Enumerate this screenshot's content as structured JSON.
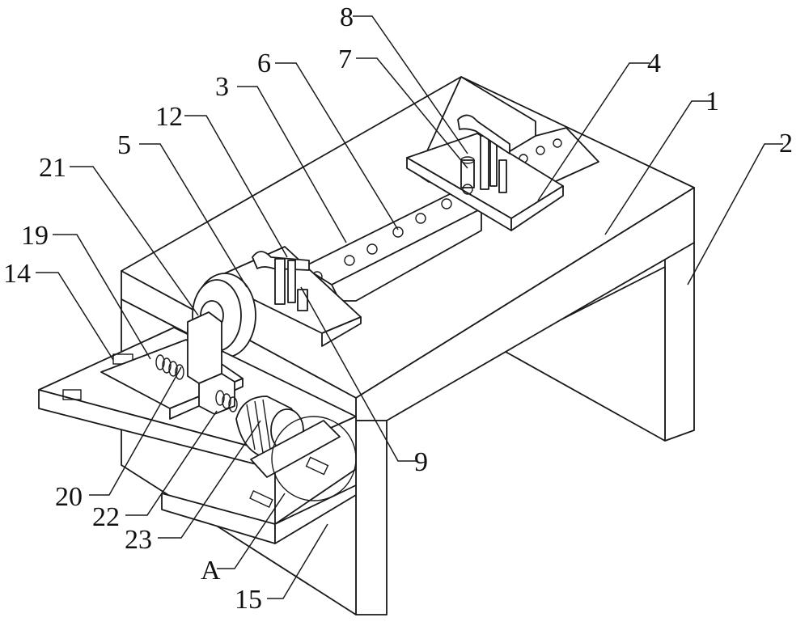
{
  "labels": {
    "l1": "1",
    "l2": "2",
    "l3": "3",
    "l4": "4",
    "l5": "5",
    "l6": "6",
    "l7": "7",
    "l8": "8",
    "l9": "9",
    "l12": "12",
    "l14": "14",
    "l15": "15",
    "l19": "19",
    "l20": "20",
    "l21": "21",
    "l22": "22",
    "l23": "23",
    "lA": "A"
  }
}
